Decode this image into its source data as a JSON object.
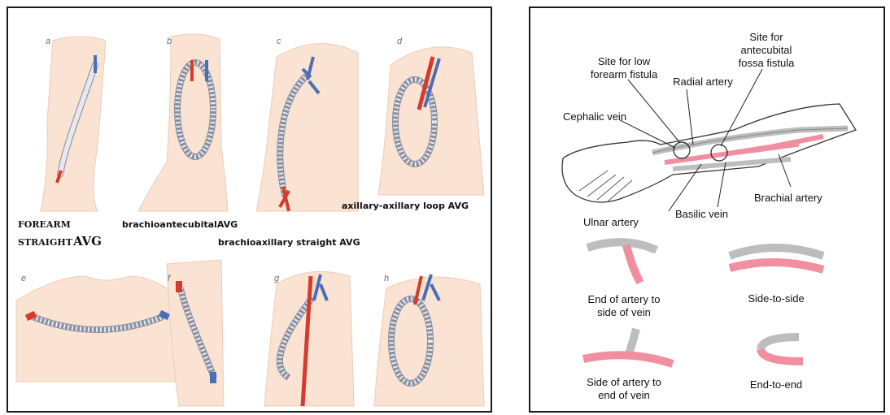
{
  "left_panel": {
    "panel_letters": [
      "a",
      "b",
      "c",
      "d",
      "e",
      "f",
      "g",
      "h"
    ],
    "captions": {
      "forearm_line1": "FOREARM",
      "forearm_line2": "STRAIGHT",
      "forearm_avg": "AVG",
      "brachioantecubital": "brachioantecubitalAVG",
      "brachioaxillary": "brachioaxillary straight AVG",
      "axillary_loop": "axillary-axillary loop AVG"
    }
  },
  "right_panel": {
    "labels": {
      "site_low_forearm_line1": "Site for low",
      "site_low_forearm_line2": "forearm fistula",
      "radial_artery": "Radial artery",
      "site_antecubital_line1": "Site for",
      "site_antecubital_line2": "antecubital",
      "site_antecubital_line3": "fossa fistula",
      "cephalic_vein": "Cephalic vein",
      "brachial_artery": "Brachial artery",
      "ulnar_artery": "Ulnar artery",
      "basilic_vein": "Basilic vein"
    },
    "anastomoses": {
      "end_artery_side_vein_line1": "End of artery to",
      "end_artery_side_vein_line2": "side of vein",
      "side_to_side": "Side-to-side",
      "side_artery_end_vein_line1": "Side of artery to",
      "side_artery_end_vein_line2": "end of vein",
      "end_to_end": "End-to-end"
    }
  },
  "colors": {
    "skin": "#fbe3d4",
    "skin_edge": "#e9c4ae",
    "artery_red": "#d63a2a",
    "vein_blue": "#4a6fb5",
    "graft_gray": "#e7e9ef",
    "pink_vessel": "#ef8f9f",
    "gray_vessel": "#bdbdbd"
  }
}
